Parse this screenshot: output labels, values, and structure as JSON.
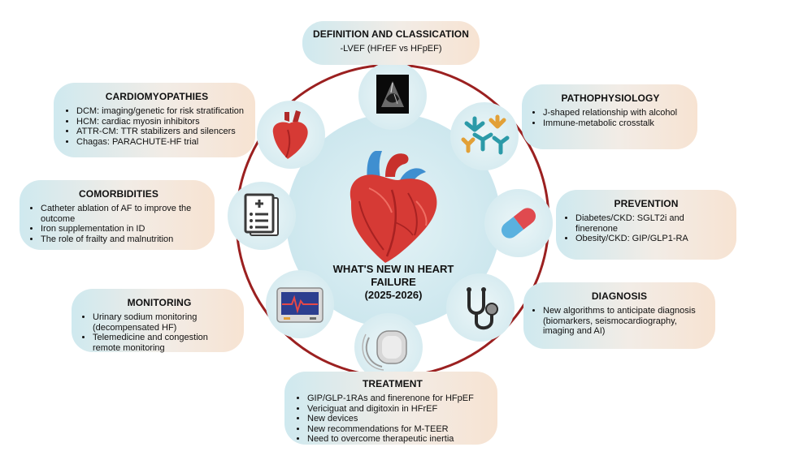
{
  "center": {
    "title_line1": "WHAT'S NEW IN HEART",
    "title_line2": "FAILURE",
    "title_line3": "(2025-2026)"
  },
  "sections": {
    "definition": {
      "title": "DEFINITION AND CLASSICATION",
      "items": [
        "-LVEF (HFrEF vs HFpEF)"
      ]
    },
    "pathophysiology": {
      "title": "PATHOPHYSIOLOGY",
      "items": [
        "J-shaped relationship with alcohol",
        "Immune-metabolic  crosstalk"
      ]
    },
    "prevention": {
      "title": "PREVENTION",
      "items": [
        "Diabetes/CKD: SGLT2i and finerenone",
        "Obesity/CKD: GIP/GLP1-RA"
      ]
    },
    "diagnosis": {
      "title": "DIAGNOSIS",
      "items": [
        "New algorithms to anticipate diagnosis (biomarkers, seismocardiography, imaging and AI)"
      ]
    },
    "treatment": {
      "title": "TREATMENT",
      "items": [
        "GIP/GLP-1RAs and finerenone for HFpEF",
        "Vericiguat and digitoxin in HFrEF",
        "New devices",
        "New recommendations for M-TEER",
        "Need to overcome therapeutic inertia"
      ]
    },
    "monitoring": {
      "title": "MONITORING",
      "items": [
        "Urinary sodium monitoring (decompensated HF)",
        "Telemedicine and congestion remote monitoring"
      ]
    },
    "comorbidities": {
      "title": "COMORBIDITIES",
      "items": [
        "Catheter ablation of AF to improve the outcome",
        "Iron supplementation in ID",
        "The role of frailty and malnutrition"
      ]
    },
    "cardiomyopathies": {
      "title": "CARDIOMYOPATHIES",
      "items": [
        "DCM: imaging/genetic for risk stratification",
        "HCM: cardiac myosin inhibitors",
        "ATTR-CM: TTR stabilizers and silencers",
        "Chagas: PARACHUTE-HF trial"
      ]
    }
  },
  "icons": {
    "definition": "echocardiogram-icon",
    "pathophysiology": "antibodies-icon",
    "prevention": "capsule-icon",
    "diagnosis": "stethoscope-icon",
    "treatment": "pacemaker-icon",
    "monitoring": "heart-monitor-icon",
    "comorbidities": "medical-report-icon",
    "cardiomyopathies": "heart-icon",
    "center": "anatomical-heart-icon"
  },
  "colors": {
    "ring": "#9b2020",
    "heart_red": "#d63a35",
    "vessel_blue": "#3f8fd0",
    "box_left": "#cfe9ef",
    "box_right": "#f7e3d2"
  }
}
